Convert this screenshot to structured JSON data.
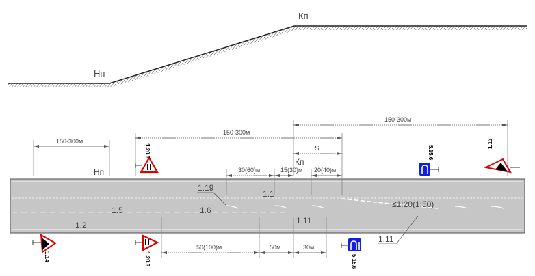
{
  "profile": {
    "start_label": "Нп",
    "end_label": "Кп"
  },
  "dimensions": {
    "left_zone": "150-300м",
    "middle_zone": "150-300м",
    "right_zone": "150-300м",
    "s": "S",
    "d30_60": "30(60)м",
    "d15_30": "15(30)м",
    "d20_40": "20(40)м",
    "d50_100": "50(100)м",
    "d50": "50м",
    "d30": "30м"
  },
  "plan_labels": {
    "start": "Нп",
    "end": "Кп",
    "m119": "1.19",
    "m11": "1.1",
    "m15": "1.5",
    "m16": "1.6",
    "m12": "1.2",
    "m111_inner": "1.11",
    "m111_outer": "1.11",
    "taper": "≤1:20(1:50)"
  },
  "signs": {
    "s1203_top": "1.20.3",
    "s113": "1.13",
    "s5156_top": "5.15.6",
    "s114": "1.14",
    "s1203_bottom": "1.20.3",
    "s5156_bottom": "5.15.6"
  },
  "colors": {
    "road": "#c8c8c8",
    "sign_red": "#e00000",
    "sign_blue": "#1020e0"
  }
}
